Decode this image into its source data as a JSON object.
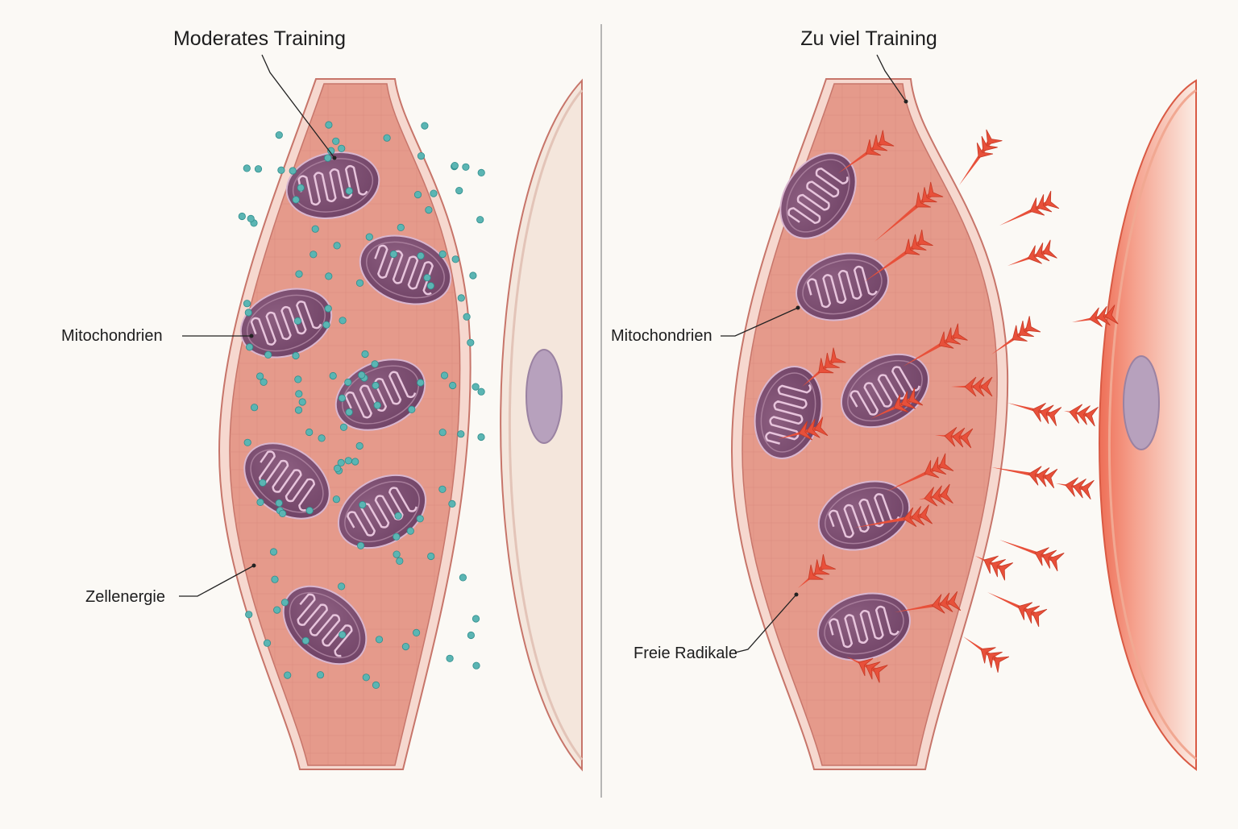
{
  "panels": {
    "left": {
      "title": "Moderates Training",
      "labels": {
        "mitochondria": "Mitochondrien",
        "energy": "Zellenergie"
      }
    },
    "right": {
      "title": "Zu viel Training",
      "labels": {
        "mitochondria": "Mitochondrien",
        "radicals": "Freie Radikale"
      }
    }
  },
  "colors": {
    "background": "#fbf9f5",
    "muscle_fill": "#e59a8b",
    "muscle_outline": "#c7756a",
    "mitochondrion": "#7a4c6e",
    "energy_dot": "#5bb5b3",
    "radical": "#e8503a",
    "adjacent_cell": "#f4e6dc",
    "inflamed_cell": "#f2826a",
    "nucleus": "#b7a1bd"
  },
  "icons": {
    "mitochondrion": "mitochondrion-icon",
    "energy": "energy-dot-icon",
    "radical": "free-radical-icon"
  }
}
